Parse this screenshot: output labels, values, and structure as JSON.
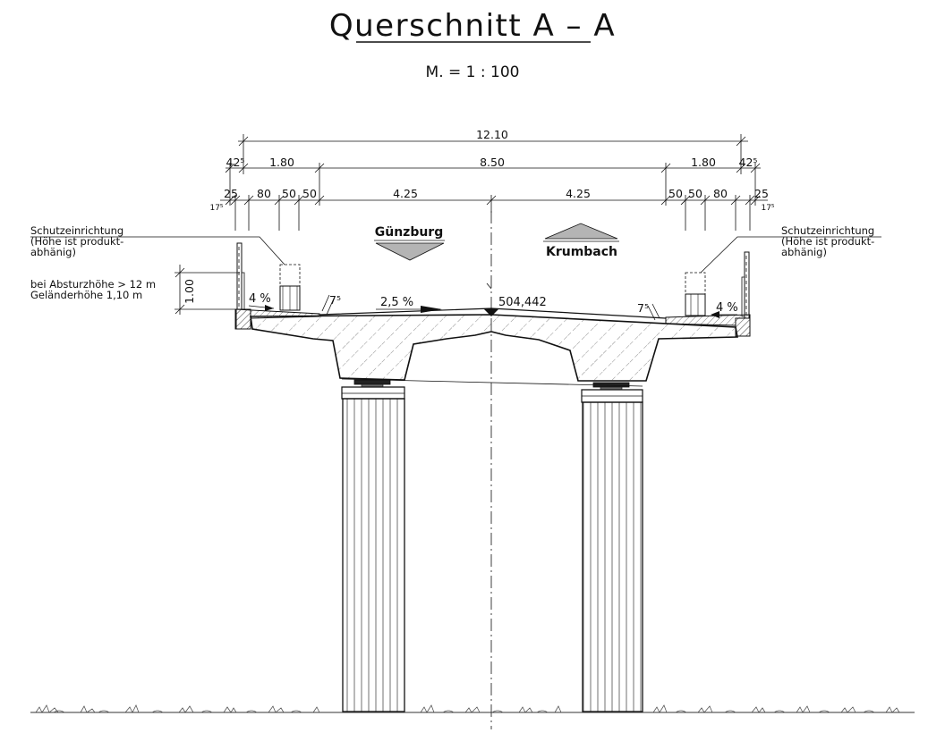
{
  "title": "Querschnitt A – A",
  "scale": "M. =  1 : 100",
  "dimensions": {
    "overall": "12.10",
    "row2": [
      "42⁵",
      "1.80",
      "8.50",
      "1.80",
      "42⁵"
    ],
    "row3_left": [
      "25",
      "80",
      "50",
      "50",
      "4.25"
    ],
    "row3_right": [
      "4.25",
      "50",
      "50",
      "80",
      "25"
    ],
    "small_left": "17⁵",
    "small_right": "17⁵",
    "railing_height": "1.00"
  },
  "labels": {
    "barrier_left": [
      "Schutzeinrichtung",
      "(Höhe ist produkt-",
      " abhänig)"
    ],
    "barrier_right": [
      "Schutzeinrichtung",
      "(Höhe ist produkt-",
      " abhänig)"
    ],
    "railing_note": [
      "bei Absturzhöhe > 12 m",
      "Geländerhöhe 1,10 m"
    ],
    "dir_left": "Günzburg",
    "dir_right": "Krumbach",
    "slope_deck": "2,5 %",
    "slope_cap_left": "4 %",
    "slope_cap_right": "4 %",
    "cap_thk_left": "7⁵",
    "cap_thk_right": "7⁵",
    "elevation": "504,442"
  },
  "colors": {
    "line": "#111111",
    "arrow_fill": "#b4b4b4",
    "concrete_hatch": "#444444",
    "ground": "#555555"
  }
}
